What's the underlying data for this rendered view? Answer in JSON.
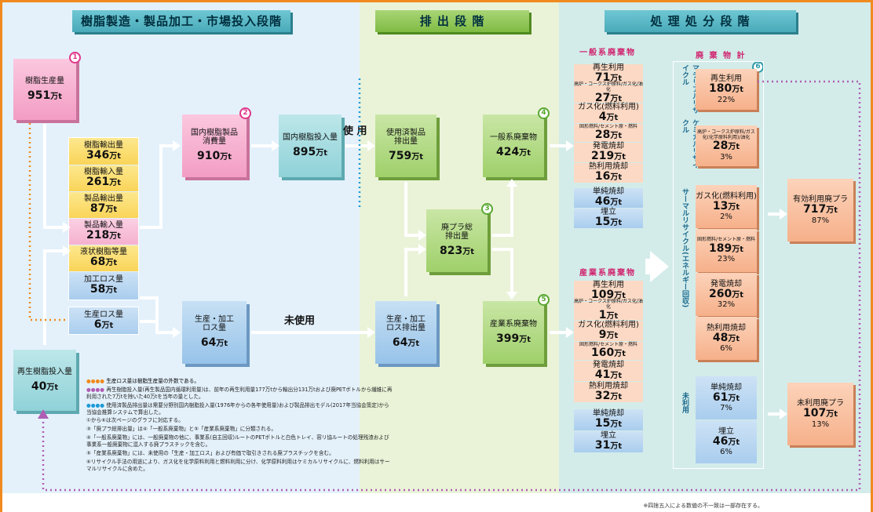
{
  "stages": {
    "stage1": "樹脂製造・製品加工・市場投入段階",
    "stage2": "排 出 段 階",
    "stage3": "処 理 処 分 段 階"
  },
  "left": {
    "resin_production": {
      "label": "樹脂生産量",
      "value": "951",
      "unit": "万t",
      "num": "1"
    },
    "stack": [
      {
        "label": "樹脂輸出量",
        "value": "346",
        "unit": "万t"
      },
      {
        "label": "樹脂輸入量",
        "value": "261",
        "unit": "万t"
      },
      {
        "label": "製品輸出量",
        "value": "87",
        "unit": "万t"
      },
      {
        "label": "製品輸入量",
        "value": "218",
        "unit": "万t"
      },
      {
        "label": "液状樹脂等量",
        "value": "68",
        "unit": "万t"
      },
      {
        "label": "加工ロス量",
        "value": "58",
        "unit": "万t"
      }
    ],
    "production_loss": {
      "label": "生産ロス量",
      "value": "6",
      "unit": "万t"
    },
    "recycled_input": {
      "label": "再生樹脂投入量",
      "value": "40",
      "unit": "万t"
    },
    "domestic_consumption": {
      "label": "国内樹脂製品消費量",
      "value": "910",
      "unit": "万t",
      "num": "2"
    },
    "domestic_input": {
      "label": "国内樹脂投入量",
      "value": "895",
      "unit": "万t"
    },
    "process_loss": {
      "label": "生産・加工ロス量",
      "value": "64",
      "unit": "万t"
    }
  },
  "middle": {
    "used_label": "使 用",
    "unused_label": "未使用",
    "used_discharge": {
      "label": "使用済製品排出量",
      "value": "759",
      "unit": "万t"
    },
    "waste_total": {
      "label": "廃プラ総排出量",
      "value": "823",
      "unit": "万t",
      "num": "3"
    },
    "loss_discharge": {
      "label": "生産・加工ロス排出量",
      "value": "64",
      "unit": "万t"
    },
    "general_waste": {
      "label": "一般系廃棄物",
      "value": "424",
      "unit": "万t",
      "num": "4"
    },
    "industrial_waste": {
      "label": "産業系廃棄物",
      "value": "399",
      "unit": "万t",
      "num": "5"
    }
  },
  "general": {
    "title": "一般系廃棄物",
    "items": [
      {
        "label": "再生利用",
        "value": "71",
        "unit": "万t"
      },
      {
        "label": "高炉・コークス炉原料/ガス化/油化",
        "value": "27",
        "unit": "万t"
      },
      {
        "label": "ガス化(燃料利用)",
        "value": "4",
        "unit": "万t"
      },
      {
        "label": "固形燃料/セメント原・燃料",
        "value": "28",
        "unit": "万t"
      },
      {
        "label": "発電焼却",
        "value": "219",
        "unit": "万t"
      },
      {
        "label": "熱利用焼却",
        "value": "16",
        "unit": "万t"
      }
    ],
    "unused": [
      {
        "label": "単純焼却",
        "value": "46",
        "unit": "万t"
      },
      {
        "label": "埋立",
        "value": "15",
        "unit": "万t"
      }
    ]
  },
  "industrial": {
    "title": "産業系廃棄物",
    "items": [
      {
        "label": "再生利用",
        "value": "109",
        "unit": "万t"
      },
      {
        "label": "高炉・コークス炉原料/ガス化/油化",
        "value": "1",
        "unit": "万t"
      },
      {
        "label": "ガス化(燃料利用)",
        "value": "9",
        "unit": "万t"
      },
      {
        "label": "固形燃料/セメント原・燃料",
        "value": "160",
        "unit": "万t"
      },
      {
        "label": "発電焼却",
        "value": "41",
        "unit": "万t"
      },
      {
        "label": "熱利用焼却",
        "value": "32",
        "unit": "万t"
      }
    ],
    "unused": [
      {
        "label": "単純焼却",
        "value": "15",
        "unit": "万t"
      },
      {
        "label": "埋立",
        "value": "31",
        "unit": "万t"
      }
    ]
  },
  "total": {
    "title": "廃 棄 物 計",
    "num": "6",
    "material_label": "マテリアルリサイクル",
    "chemical_label": "ケミカルリサイクル",
    "thermal_label": "サーマルリサイクル(エネルギー回収)",
    "unused_label": "未利用",
    "material": {
      "label": "再生利用",
      "value": "180",
      "unit": "万t",
      "pct": "22%"
    },
    "chemical": {
      "label": "高炉・コークス炉原料/ガス化(化学原料利用)/油化",
      "value": "28",
      "unit": "万t",
      "pct": "3%"
    },
    "thermal": [
      {
        "label": "ガス化(燃料利用)",
        "value": "13",
        "unit": "万t",
        "pct": "2%"
      },
      {
        "label": "固形燃料/セメント原・燃料",
        "value": "189",
        "unit": "万t",
        "pct": "23%"
      },
      {
        "label": "発電焼却",
        "value": "260",
        "unit": "万t",
        "pct": "32%"
      },
      {
        "label": "熱利用焼却",
        "value": "48",
        "unit": "万t",
        "pct": "6%"
      }
    ],
    "unused": [
      {
        "label": "単純焼却",
        "value": "61",
        "unit": "万t",
        "pct": "7%"
      },
      {
        "label": "埋立",
        "value": "46",
        "unit": "万t",
        "pct": "6%"
      }
    ],
    "effective": {
      "label": "有効利用廃プラ",
      "value": "717",
      "unit": "万t",
      "pct": "87%"
    },
    "ineffective": {
      "label": "未利用廃プラ",
      "value": "107",
      "unit": "万t",
      "pct": "13%"
    }
  },
  "notes": [
    "生産ロス量は樹脂生産量の外数である。",
    "再生樹脂投入量(再生製品国内循環利用量)は、前年の再生利用量177万tから輸出分131万tおよび廃PETボトルから繊維に再利用された7万tを除いた40万tを当年の量とした。",
    "使用済製品排出量は需要分野別国内樹脂投入量(1976年からの各年使用量)および製品排出モデル(2017年当協会策定)から当協会推算システムで算出した。",
    "①から⑥は次ページのグラフに対応する。",
    "③「廃プラ総排出量」は④「一般系廃棄物」と⑤「産業系廃棄物」に分類される。",
    "④「一般系廃棄物」には、一般廃棄物の他に、事業系(自主回収)ルートのPETボトルと白色トレイ、容リ協ルートの処理残渣および事業系一般廃棄物に混入する廃プラスチックを含む。",
    "⑤「産業系廃棄物」には、未使用の「生産・加工ロス」および有価で取引きされる廃プラスチックを含む。",
    "⑥リサイクル手法の用途により、ガス化を化学原料利用と燃料利用に分け、化学原料利用はケミカルリサイクルに、燃料利用はサーマルリサイクルに含めた。"
  ],
  "footnote": "※四捨五入による数値の不一致は一部存在する。"
}
